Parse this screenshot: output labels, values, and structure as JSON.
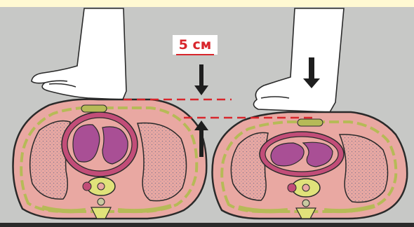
{
  "measurement": {
    "depth_label": "5 см"
  },
  "colors": {
    "background": "#c7c8c6",
    "top_band": "#fff9d2",
    "body_fill": "#e9a8a2",
    "lung_fill": "#b7a4b9",
    "heart_outer": "#c24d78",
    "heart_fill": "#a94f95",
    "bone": "#b6ba57",
    "guide_line": "#d8262c",
    "outline": "#2a2a2a",
    "ground": "#2a2a2a"
  },
  "panels": [
    {
      "state": "rest"
    },
    {
      "state": "compressed"
    }
  ]
}
